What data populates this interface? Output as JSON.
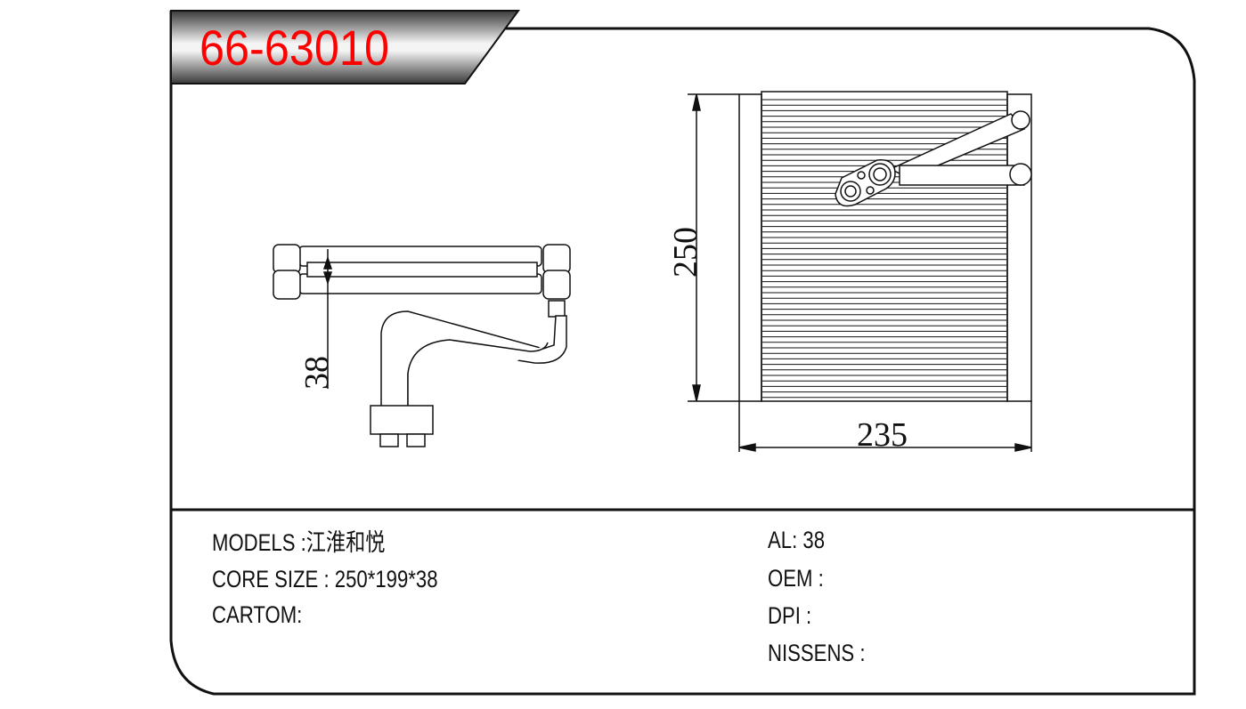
{
  "title": "66-63010",
  "colors": {
    "title": "#ff0000",
    "line": "#111111"
  },
  "dimensions": {
    "height": "250",
    "width": "235",
    "thickness": "38"
  },
  "specs_left": [
    {
      "label": "MODELS :",
      "value": "江淮和悦"
    },
    {
      "label": "CORE SIZE : ",
      "value": "250*199*38"
    },
    {
      "label": "CARTOM:",
      "value": ""
    }
  ],
  "specs_right": [
    {
      "label": "AL: ",
      "value": "38"
    },
    {
      "label": "OEM :",
      "value": ""
    },
    {
      "label": "DPI :",
      "value": ""
    },
    {
      "label": "NISSENS :",
      "value": ""
    }
  ]
}
